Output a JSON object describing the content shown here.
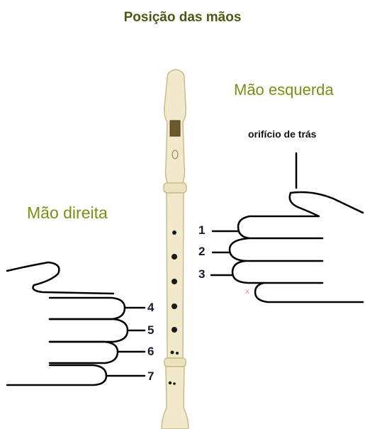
{
  "title": "Posição das mãos",
  "labels": {
    "left_hand": "Mão esquerda",
    "right_hand": "Mão direita",
    "back_hole": "orifício de trás"
  },
  "left_hand_fingers": [
    "1",
    "2",
    "3"
  ],
  "right_hand_fingers": [
    "4",
    "5",
    "6",
    "7"
  ],
  "colors": {
    "title": "#4a5a13",
    "hand_label": "#7a8f14",
    "recorder": "#f1e9c9",
    "recorder_outline": "#c9bb8a",
    "outline": "#000000"
  }
}
